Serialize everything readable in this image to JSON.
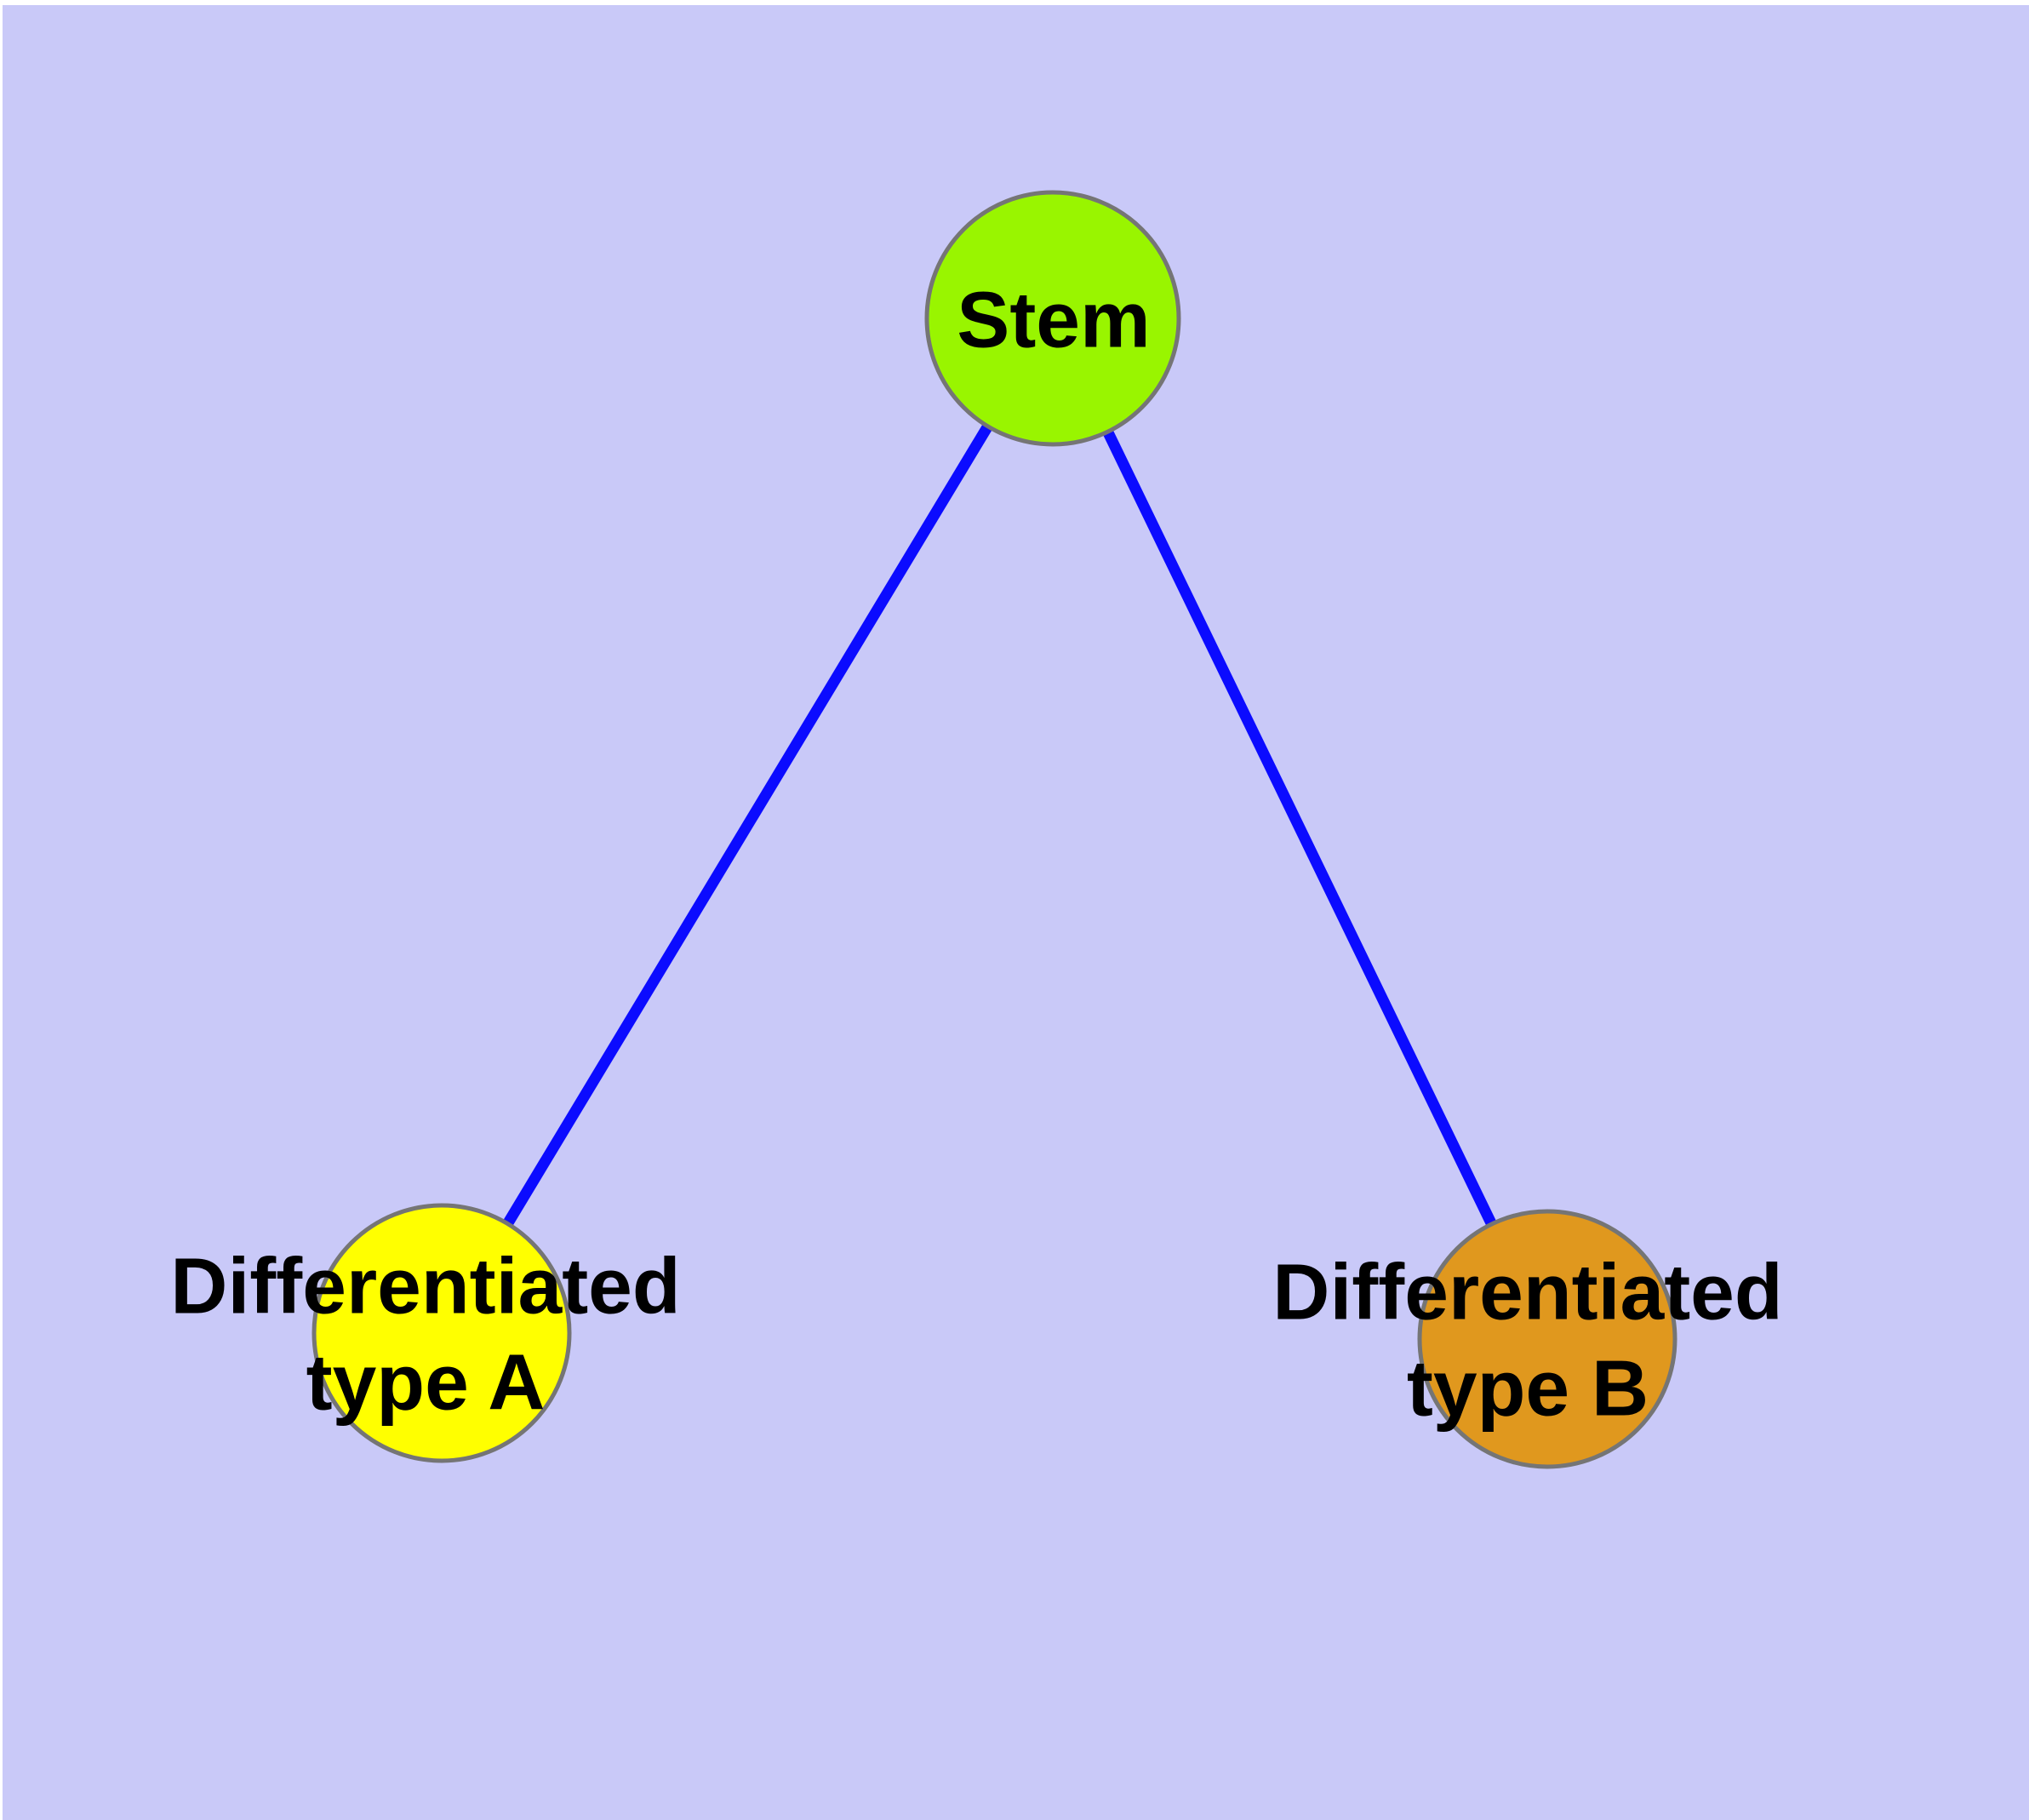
{
  "diagram": {
    "type": "node-link-graph",
    "background_color": "#c9c9f8",
    "margin_color": "#ffffff",
    "edge_color": "#0b0bff",
    "node_border_color": "#757575",
    "label_color": "#000000",
    "nodes": {
      "stem": {
        "label": "Stem",
        "fill": "#99f500"
      },
      "type_a": {
        "label_line1": "Differentiated",
        "label_line2": "type A",
        "fill": "#ffff00"
      },
      "type_b": {
        "label_line1": "Differentiated",
        "label_line2": "type B",
        "fill": "#e0981e"
      }
    },
    "edges": [
      {
        "from": "stem",
        "to": "type_a"
      },
      {
        "from": "stem",
        "to": "type_b"
      }
    ]
  }
}
